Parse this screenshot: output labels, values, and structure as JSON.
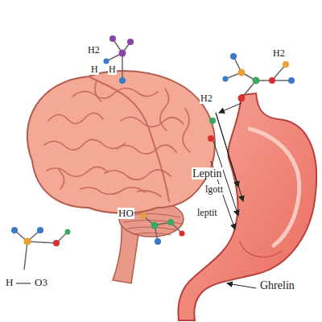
{
  "diagram": {
    "labels": [
      "H2",
      "H",
      "H",
      "H2",
      "H2",
      "Leptin",
      "lgott",
      "HO",
      "leptit",
      "H",
      "O3",
      "Ghrelin"
    ]
  }
}
